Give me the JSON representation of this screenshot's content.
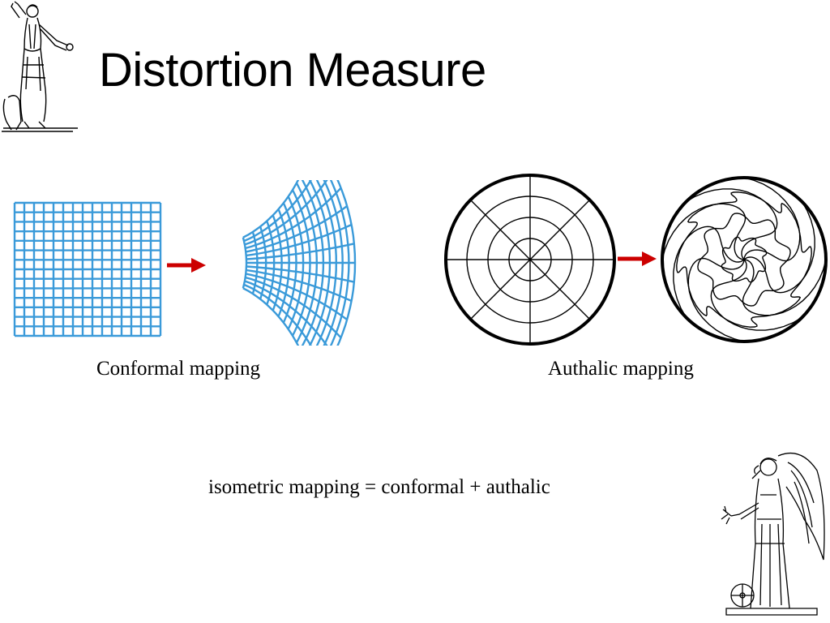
{
  "slide": {
    "title": "Distortion Measure",
    "conformal_caption": "Conformal mapping",
    "authalic_caption": "Authalic mapping",
    "equation": "isometric mapping = conformal + authalic"
  },
  "colors": {
    "grid": "#3a9ad9",
    "arrow": "#cc0000",
    "line": "#000000",
    "background": "#ffffff"
  },
  "decorations": {
    "top_left": "classical-statue-figure",
    "bottom_right": "winged-angel-figure"
  }
}
